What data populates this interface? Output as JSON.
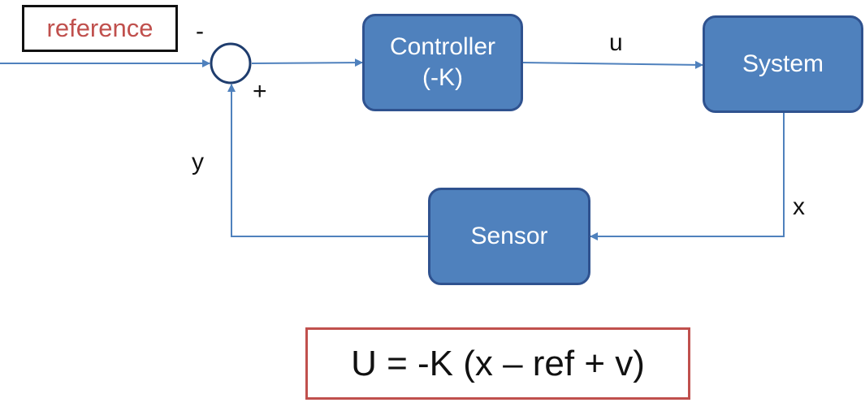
{
  "colors": {
    "block_fill": "#4f81bd",
    "block_border": "#2f528f",
    "connector": "#4f81bd",
    "summing_junction": "#1f3d6e",
    "reference_text": "#c0504d",
    "equation_border": "#c0504d"
  },
  "reference": {
    "label": "reference"
  },
  "summing_junction": {
    "minus_sign": "-",
    "plus_sign": "+"
  },
  "blocks": {
    "controller": {
      "line1": "Controller",
      "line2": "(-K)"
    },
    "system": {
      "label": "System"
    },
    "sensor": {
      "label": "Sensor"
    }
  },
  "signals": {
    "u": "u",
    "x": "x",
    "y": "y"
  },
  "equation": {
    "text": "U = -K (x – ref + v)"
  }
}
